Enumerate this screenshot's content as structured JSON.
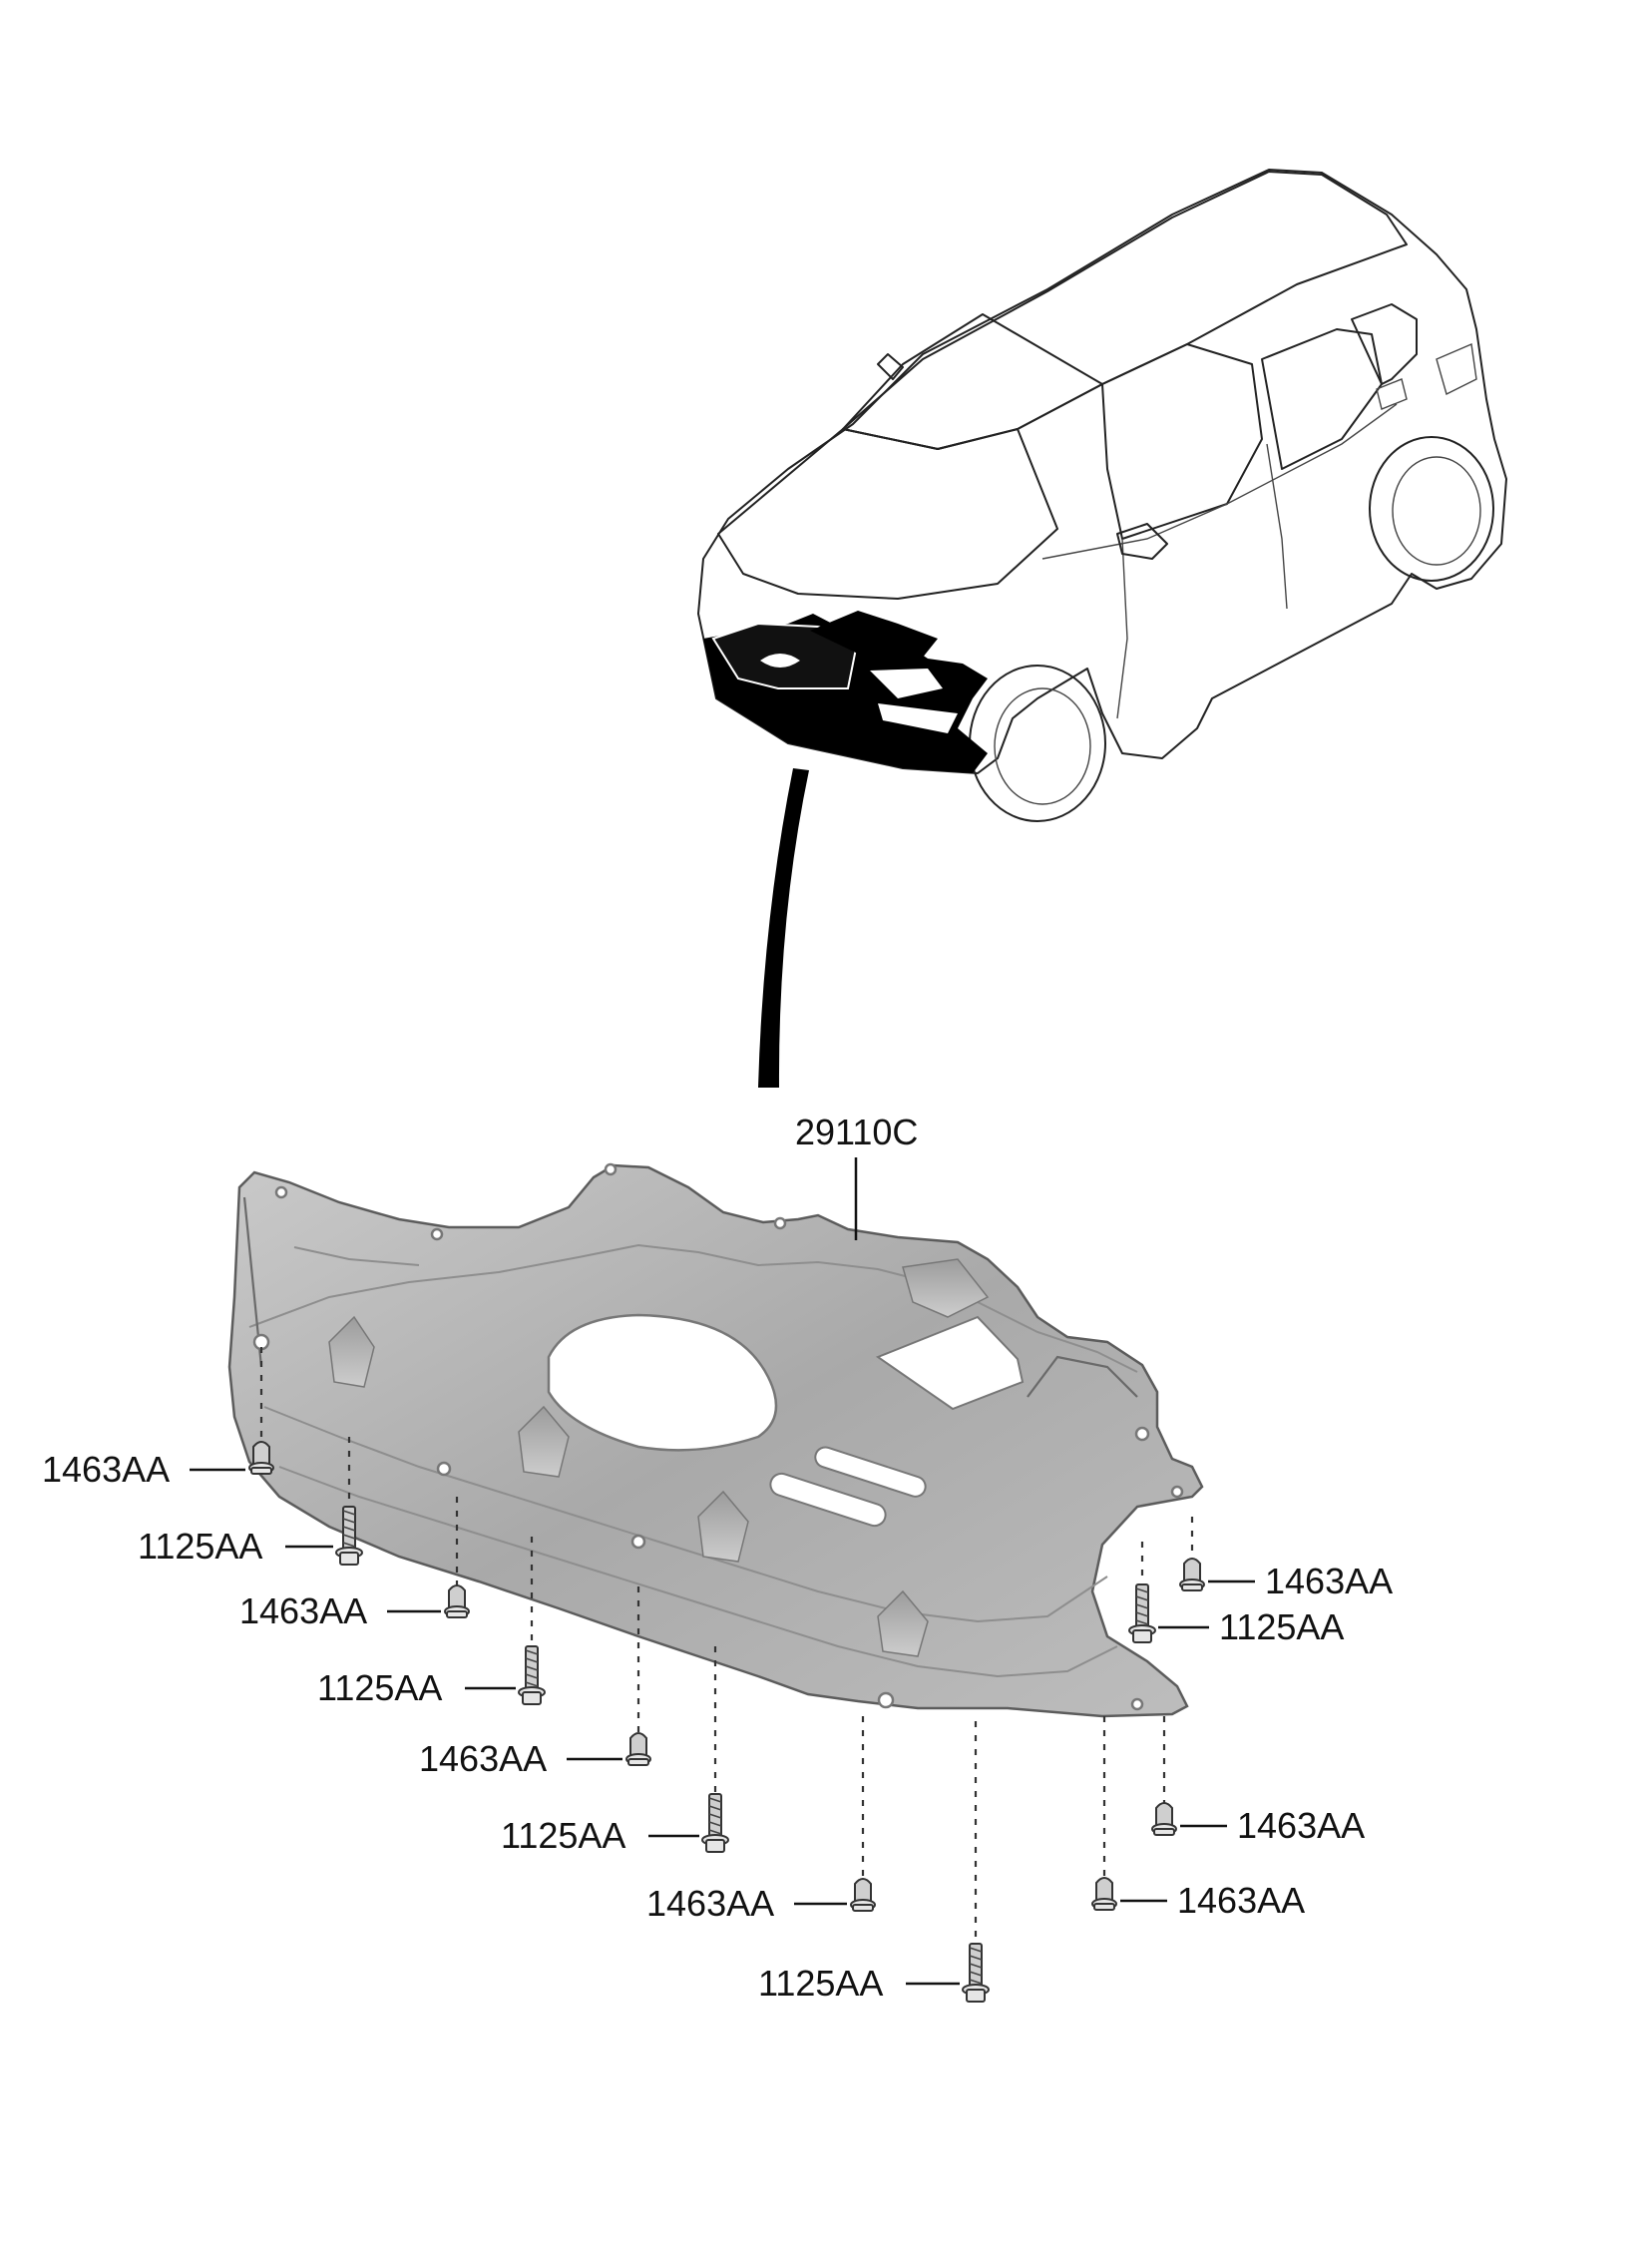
{
  "main_part": {
    "code": "29110C"
  },
  "fasteners": [
    {
      "code": "1463AA",
      "type": "clip"
    },
    {
      "code": "1125AA",
      "type": "bolt"
    },
    {
      "code": "1463AA",
      "type": "clip"
    },
    {
      "code": "1125AA",
      "type": "bolt"
    },
    {
      "code": "1463AA",
      "type": "clip"
    },
    {
      "code": "1125AA",
      "type": "bolt"
    },
    {
      "code": "1463AA",
      "type": "clip"
    },
    {
      "code": "1125AA",
      "type": "bolt"
    },
    {
      "code": "1463AA",
      "type": "clip"
    },
    {
      "code": "1125AA",
      "type": "bolt"
    },
    {
      "code": "1463AA",
      "type": "clip"
    },
    {
      "code": "1463AA",
      "type": "clip"
    }
  ],
  "icons": {
    "vehicle": "suv-outline-icon",
    "panel": "under-cover-panel-icon",
    "clip": "push-clip-icon",
    "bolt": "flange-bolt-icon"
  },
  "colors": {
    "panel_fill": "#b9b9b9",
    "highlight": "#000000",
    "line": "#222222"
  }
}
